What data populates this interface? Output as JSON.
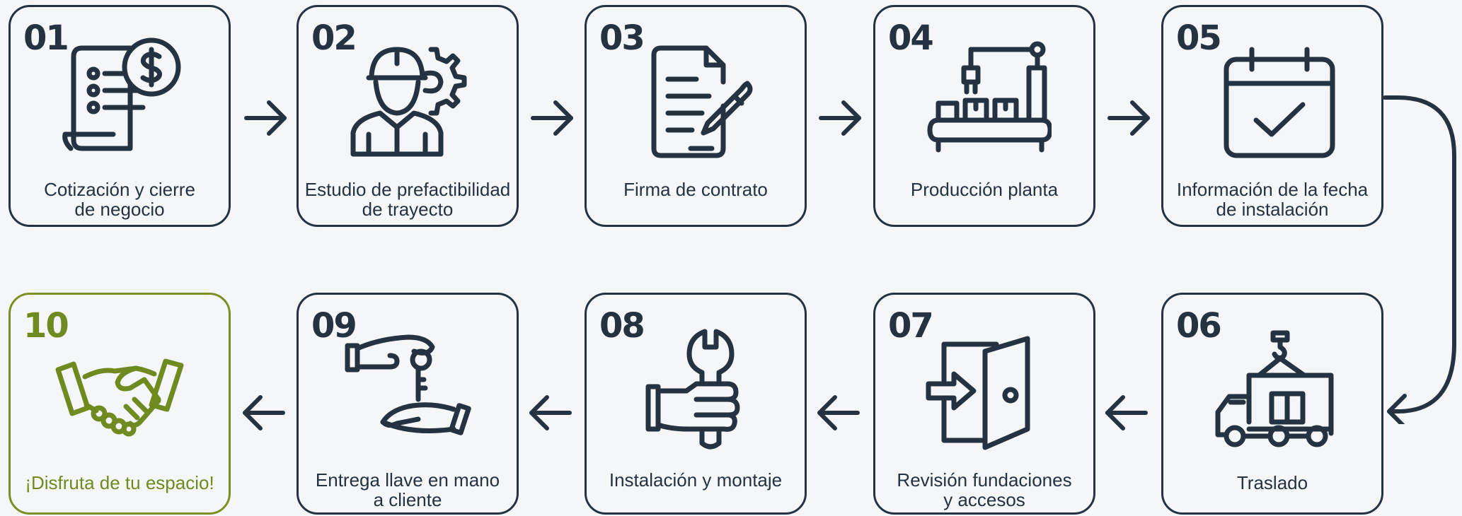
{
  "steps": {
    "s01": {
      "num": "01",
      "label": "Cotización y cierre\nde negocio",
      "icon": "quote-document-dollar-icon"
    },
    "s02": {
      "num": "02",
      "label": "Estudio de prefactibilidad\nde trayecto",
      "icon": "engineer-gear-icon"
    },
    "s03": {
      "num": "03",
      "label": "Firma de contrato",
      "icon": "contract-sign-icon"
    },
    "s04": {
      "num": "04",
      "label": "Producción planta",
      "icon": "factory-conveyor-icon"
    },
    "s05": {
      "num": "05",
      "label": "Información de la fecha\nde instalación",
      "icon": "calendar-check-icon"
    },
    "s06": {
      "num": "06",
      "label": "Traslado",
      "icon": "truck-crane-icon"
    },
    "s07": {
      "num": "07",
      "label": "Revisión fundaciones\ny accesos",
      "icon": "door-enter-icon"
    },
    "s08": {
      "num": "08",
      "label": "Instalación y montaje",
      "icon": "hand-wrench-icon"
    },
    "s09": {
      "num": "09",
      "label": "Entrega llave en mano\na cliente",
      "icon": "hand-key-icon"
    },
    "s10": {
      "num": "10",
      "label": "¡Disfruta de tu espacio!",
      "icon": "handshake-icon"
    }
  },
  "colors": {
    "ink": "#243241",
    "accent": "#6f8a1f",
    "background": "#f4f6f8"
  }
}
